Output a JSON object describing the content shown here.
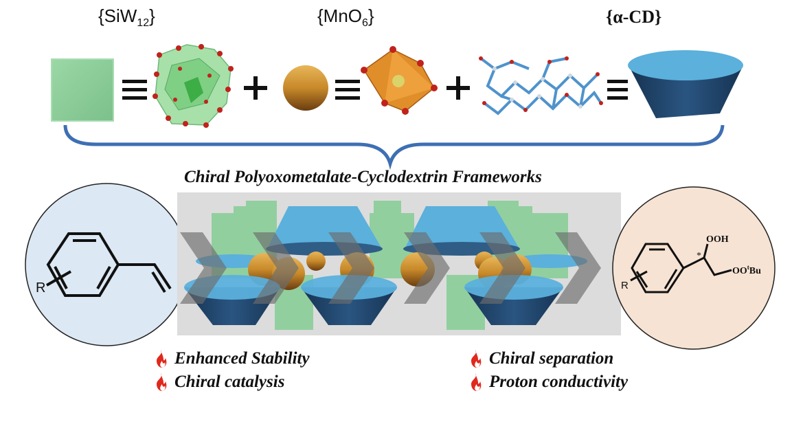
{
  "components": [
    {
      "id": "siw12",
      "label_main": "{SiW",
      "label_sub": "12",
      "label_end": "}"
    },
    {
      "id": "mno6",
      "label_main": "{MnO",
      "label_sub": "6",
      "label_end": "}"
    },
    {
      "id": "acd",
      "label": "{α-CD}"
    }
  ],
  "operators": {
    "equiv": "≡",
    "plus": "+"
  },
  "framework_title": "Chiral Polyoxometalate-Cyclodextrin Frameworks",
  "reactant": {
    "substituent": "R"
  },
  "product": {
    "substituent": "R",
    "group1": "OOH",
    "group2": "OO",
    "group2_sup": "t",
    "group2_end": "Bu",
    "chiral_mark": "*"
  },
  "features": [
    "Enhanced Stability",
    "Chiral catalysis",
    "Chiral separation",
    "Proton conductivity"
  ],
  "colors": {
    "cube": "#8fcf9c",
    "ball": "#c8892a",
    "cone_top": "#5bb0dc",
    "cone_bottom": "#1d3f66",
    "brace": "#3e6fb3",
    "reactant_bg": "#dce8f3",
    "product_bg": "#f6e3d3",
    "flame": "#e0281c"
  }
}
